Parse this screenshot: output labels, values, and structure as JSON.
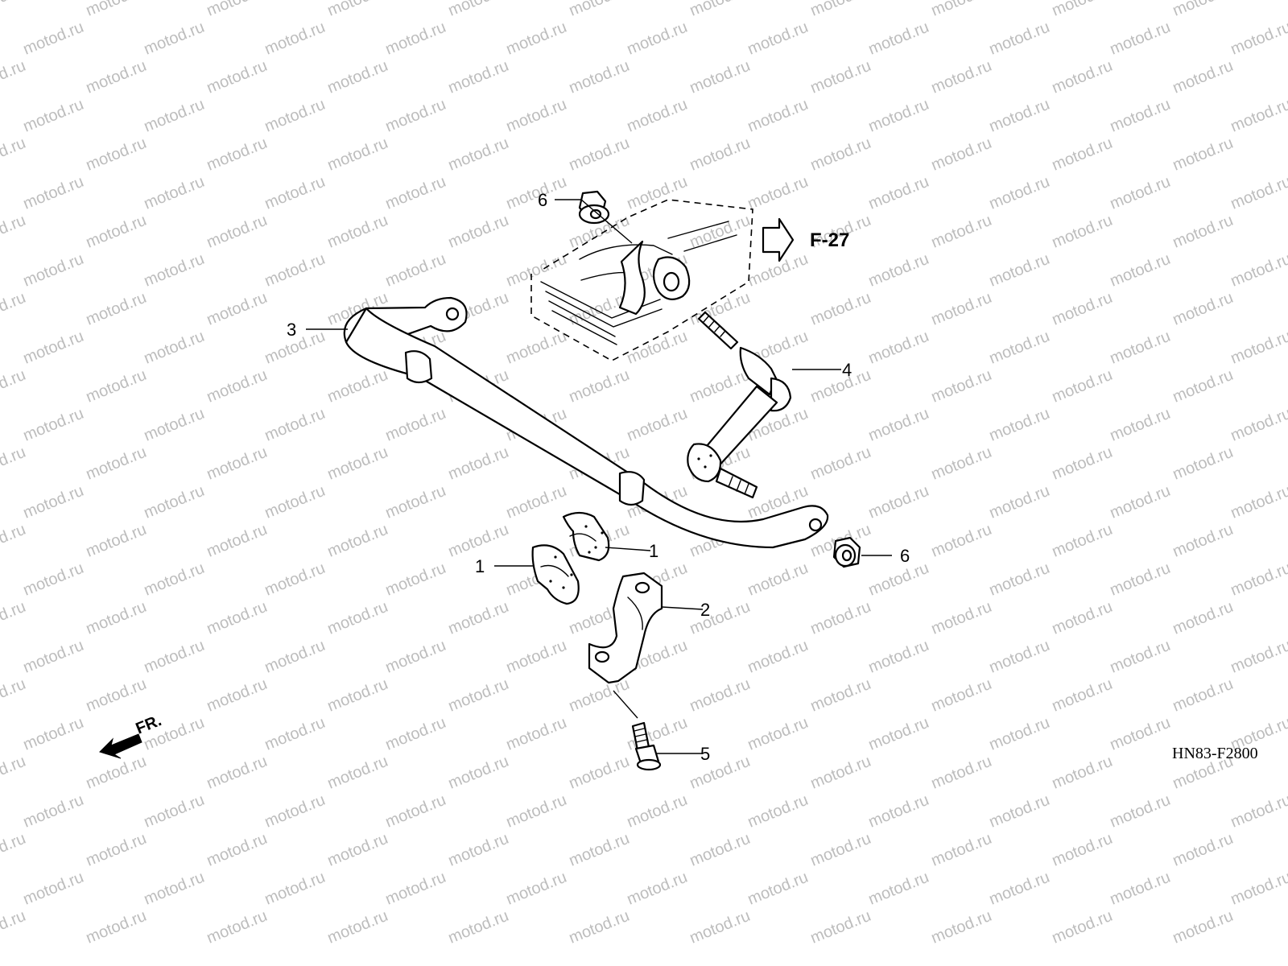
{
  "watermark": {
    "text": "motod.ru",
    "color": "#bdbdbd"
  },
  "diagram": {
    "code": "HN83-F2800",
    "reference": {
      "label": "F-27",
      "icon": "hollow-arrow-icon"
    },
    "direction": {
      "label": "FR.",
      "icon": "front-direction-arrow-icon"
    },
    "callouts": [
      {
        "id": "callout-6-top",
        "label": "6",
        "part": "flange-nut"
      },
      {
        "id": "callout-3",
        "label": "3",
        "part": "stabilizer-bar"
      },
      {
        "id": "callout-4",
        "label": "4",
        "part": "stabilizer-link"
      },
      {
        "id": "callout-6-right",
        "label": "6",
        "part": "flange-nut"
      },
      {
        "id": "callout-1-upper",
        "label": "1",
        "part": "stabilizer-bushing"
      },
      {
        "id": "callout-1-lower",
        "label": "1",
        "part": "stabilizer-bushing"
      },
      {
        "id": "callout-2",
        "label": "2",
        "part": "bushing-holder"
      },
      {
        "id": "callout-5",
        "label": "5",
        "part": "flange-bolt"
      }
    ]
  }
}
